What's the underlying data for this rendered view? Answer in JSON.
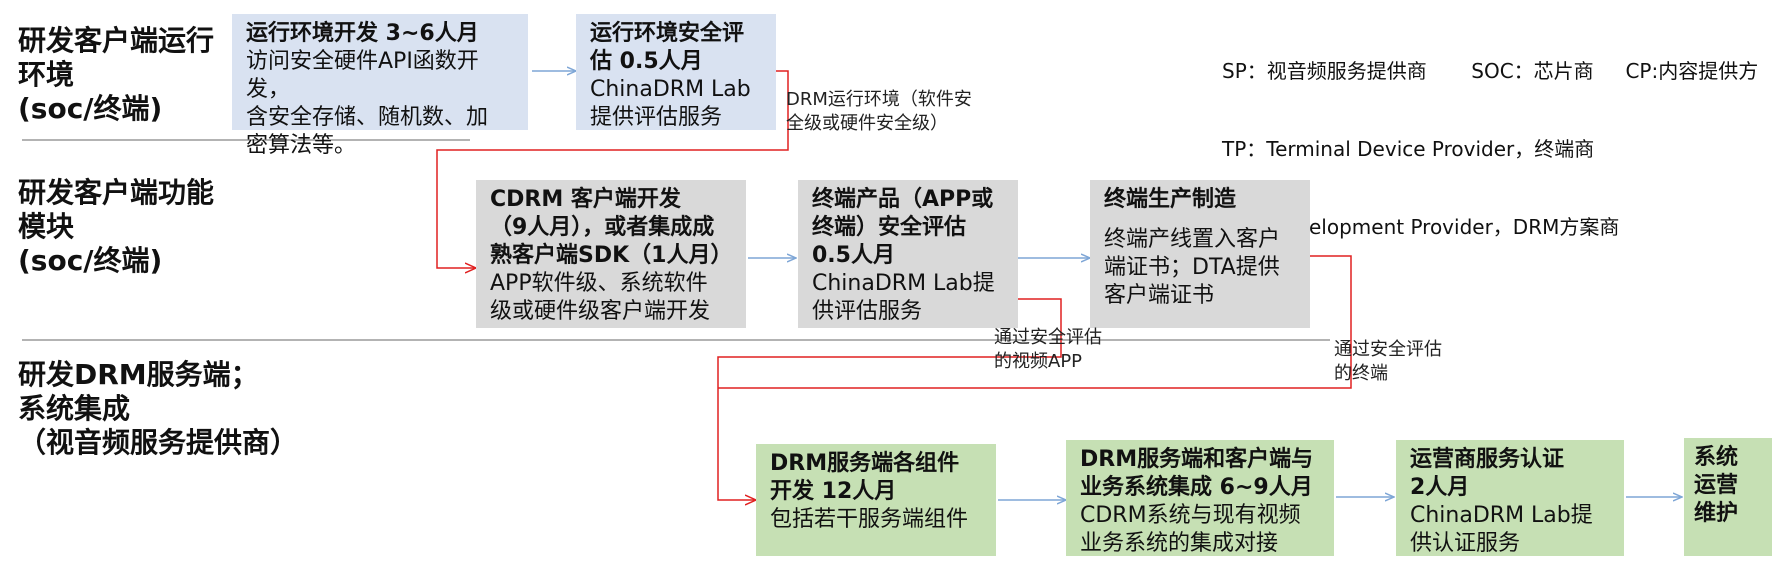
{
  "legend": {
    "line1": "SP：视音频服务提供商       SOC：芯片商     CP:内容提供方",
    "line2": "TP：Terminal Device Provider，终端商",
    "line3": "DP：Development Provider，DRM方案商"
  },
  "rows": {
    "row1": "研发客户端运行\n环境\n(soc/终端)",
    "row2": "研发客户端功能\n模块\n(soc/终端)",
    "row3": "研发DRM服务端；\n系统集成\n（视音频服务提供商）"
  },
  "boxes": {
    "env_dev": {
      "title": "运行环境开发 3~6人月",
      "body": "访问安全硬件API函数开发，\n含安全存储、随机数、加\n密算法等。"
    },
    "env_eval": {
      "title": "运行环境安全评\n估 0.5人月",
      "body": "ChinaDRM Lab\n提供评估服务"
    },
    "cdrm_dev": {
      "title": "CDRM 客户端开发\n（9人月），或者集成成\n熟客户端SDK（1人月）",
      "body": "APP软件级、系统软件\n级或硬件级客户端开发"
    },
    "product_eval": {
      "title": "终端产品（APP或\n终端）安全评估\n0.5人月",
      "body": "ChinaDRM Lab提\n供评估服务"
    },
    "manufacture": {
      "title": "终端生产制造",
      "body": "终端产线置入客户\n端证书；DTA提供\n客户端证书"
    },
    "server_dev": {
      "title": "DRM服务端各组件\n开发  12人月",
      "body": "包括若干服务端组件"
    },
    "integration": {
      "title": "DRM服务端和客户端与\n业务系统集成 6~9人月",
      "body": "CDRM系统与现有视频\n业务系统的集成对接"
    },
    "operator_cert": {
      "title": "运营商服务认证\n2人月",
      "body": "ChinaDRM Lab提\n供认证服务"
    },
    "maintenance": {
      "title": "系统\n运营\n维护",
      "body": ""
    }
  },
  "notes": {
    "drm_env": "DRM运行环境（软件安\n全级或硬件安全级）",
    "passed_app": "通过安全评估\n的视频APP",
    "passed_terminal": "通过安全评估\n的终端"
  },
  "colors": {
    "blue_box": "#d9e2f1",
    "gray_box": "#d9d9d9",
    "green_box": "#c6e0b4",
    "blue_arrow": "#7ea6d6",
    "red_arrow": "#e02020",
    "divider": "#9a9a9a"
  }
}
